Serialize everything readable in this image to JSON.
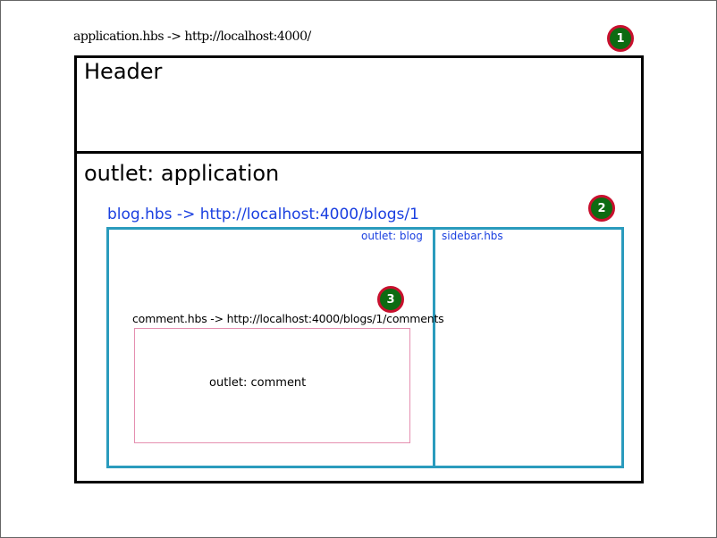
{
  "application": {
    "route_label": "application.hbs  -> http://localhost:4000/",
    "header": "Header",
    "outlet": "outlet: application",
    "badge": "1"
  },
  "blog": {
    "route_label": "blog.hbs -> http://localhost:4000/blogs/1",
    "outlet": "outlet: blog",
    "sidebar": "sidebar.hbs",
    "badge": "2"
  },
  "comment": {
    "route_label": "comment.hbs -> http://localhost:4000/blogs/1/comments",
    "outlet": "outlet: comment",
    "badge": "3"
  },
  "colors": {
    "badge_fill": "#0d6b12",
    "badge_ring": "#c8102e",
    "blog_border": "#2a9bbd",
    "blog_text": "#1a3fe0",
    "comment_border": "#e58fb0"
  }
}
